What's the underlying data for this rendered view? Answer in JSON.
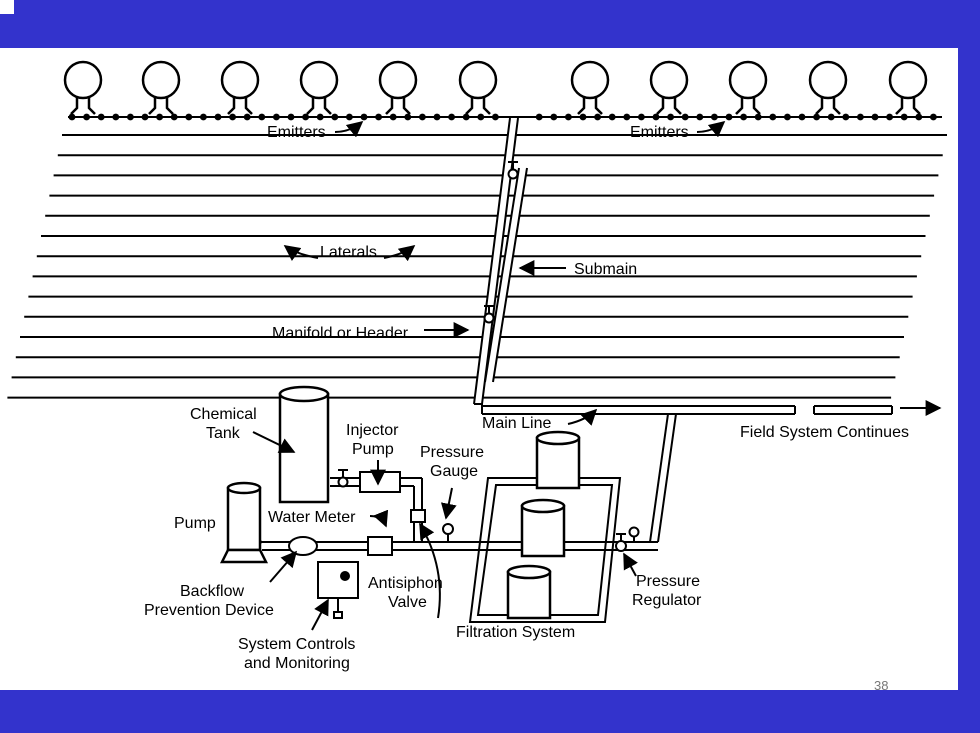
{
  "slide": {
    "background": "#3333cc",
    "panel_color": "#ffffff",
    "page_number": "38"
  },
  "diagram": {
    "labels": {
      "emitters_left": "Emitters",
      "emitters_right": "Emitters",
      "laterals": "Laterals",
      "submain": "Submain",
      "manifold": "Manifold or Header",
      "main_line": "Main Line",
      "field_system": "Field System Continues",
      "chemical_tank_1": "Chemical",
      "chemical_tank_2": "Tank",
      "injector_pump_1": "Injector",
      "injector_pump_2": "Pump",
      "pressure_gauge_1": "Pressure",
      "pressure_gauge_2": "Gauge",
      "pump": "Pump",
      "water_meter": "Water Meter",
      "backflow_1": "Backflow",
      "backflow_2": "Prevention Device",
      "antisiphon_1": "Antisiphon",
      "antisiphon_2": "Valve",
      "system_controls_1": "System Controls",
      "system_controls_2": "and Monitoring",
      "filtration": "Filtration System",
      "pressure_regulator_1": "Pressure",
      "pressure_regulator_2": "Regulator"
    }
  }
}
